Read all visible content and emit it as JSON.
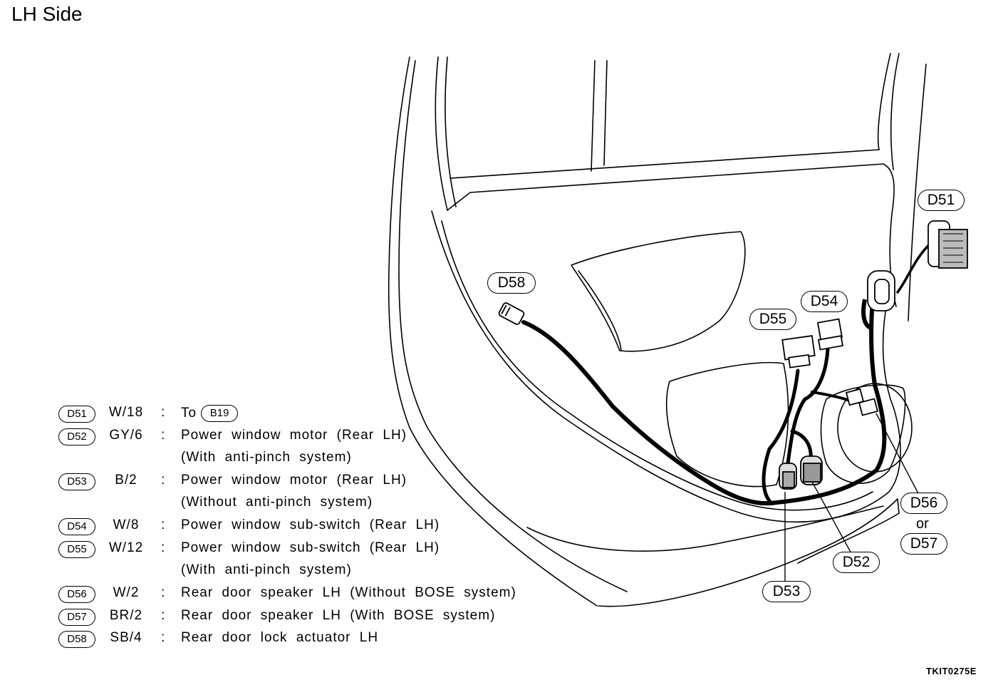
{
  "title": "LH Side",
  "figure_id": "TKIT0275E",
  "connectors": [
    {
      "id": "D51",
      "code": "W/18",
      "desc": "To",
      "to": "B19",
      "cont": ""
    },
    {
      "id": "D52",
      "code": "GY/6",
      "desc": "Power window motor (Rear LH)",
      "cont": "(With anti-pinch system)"
    },
    {
      "id": "D53",
      "code": "B/2",
      "desc": "Power window motor (Rear LH)",
      "cont": "(Without anti-pinch system)"
    },
    {
      "id": "D54",
      "code": "W/8",
      "desc": "Power window sub-switch (Rear LH)",
      "cont": ""
    },
    {
      "id": "D55",
      "code": "W/12",
      "desc": "Power window sub-switch (Rear LH)",
      "cont": "(With anti-pinch system)"
    },
    {
      "id": "D56",
      "code": "W/2",
      "desc": "Rear door speaker LH (Without BOSE system)",
      "cont": ""
    },
    {
      "id": "D57",
      "code": "BR/2",
      "desc": "Rear door speaker LH (With BOSE system)",
      "cont": ""
    },
    {
      "id": "D58",
      "code": "SB/4",
      "desc": "Rear door lock actuator LH",
      "cont": ""
    }
  ],
  "colon": ":",
  "diagram_labels": {
    "d51": "D51",
    "d52": "D52",
    "d53": "D53",
    "d54": "D54",
    "d55": "D55",
    "d56": "D56",
    "d57": "D57",
    "d58": "D58",
    "or": "or"
  }
}
